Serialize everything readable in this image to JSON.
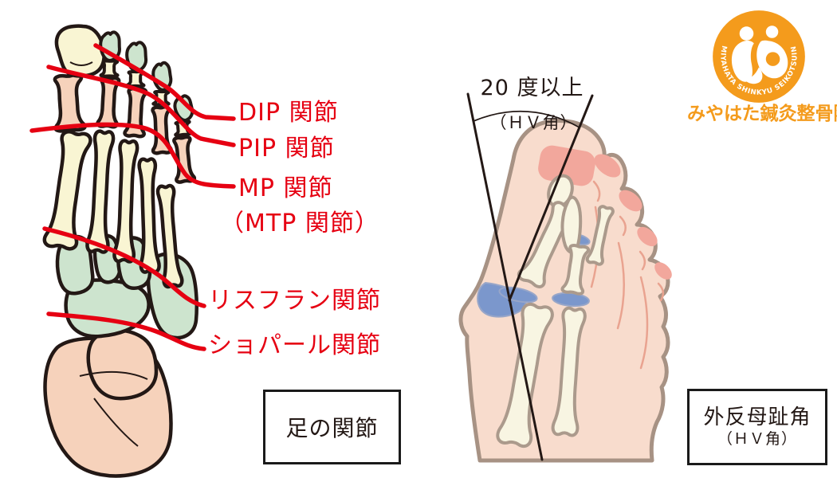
{
  "left_figure": {
    "joint_labels": [
      "DIP 関節",
      "PIP 関節",
      "MP 関節",
      "（MTP 関節）",
      "リスフラン関節",
      "ショパール関節"
    ],
    "caption": "足の関節"
  },
  "right_figure": {
    "angle_value_label": "20 度以上",
    "angle_name_label": "（ＨＶ角）",
    "caption_line1": "外反母趾角",
    "caption_line2": "（ＨＶ角）"
  },
  "logo": {
    "ring_text": "MIYAHATA SHINKYU SEIKOTSUIN",
    "clinic_name": "みやはた鍼灸整骨院"
  },
  "colors": {
    "label_red": "#e60012",
    "ink_black": "#231815",
    "logo_orange": "#f49b1c",
    "bone_cream": "#f9f5d3",
    "bone_pink": "#f6d2bb",
    "bone_green": "#cde4ce",
    "bone_outline": "#231815",
    "skin": "#f8dccd",
    "skin_outline": "#a79284",
    "rf_bone_fill": "#f8f5e2",
    "rf_bone_outline": "#ab9a8c",
    "joint_blue": "#7b97cc",
    "toe_spot_pink": "#f2a79c",
    "crease_pink": "#e9a390"
  }
}
